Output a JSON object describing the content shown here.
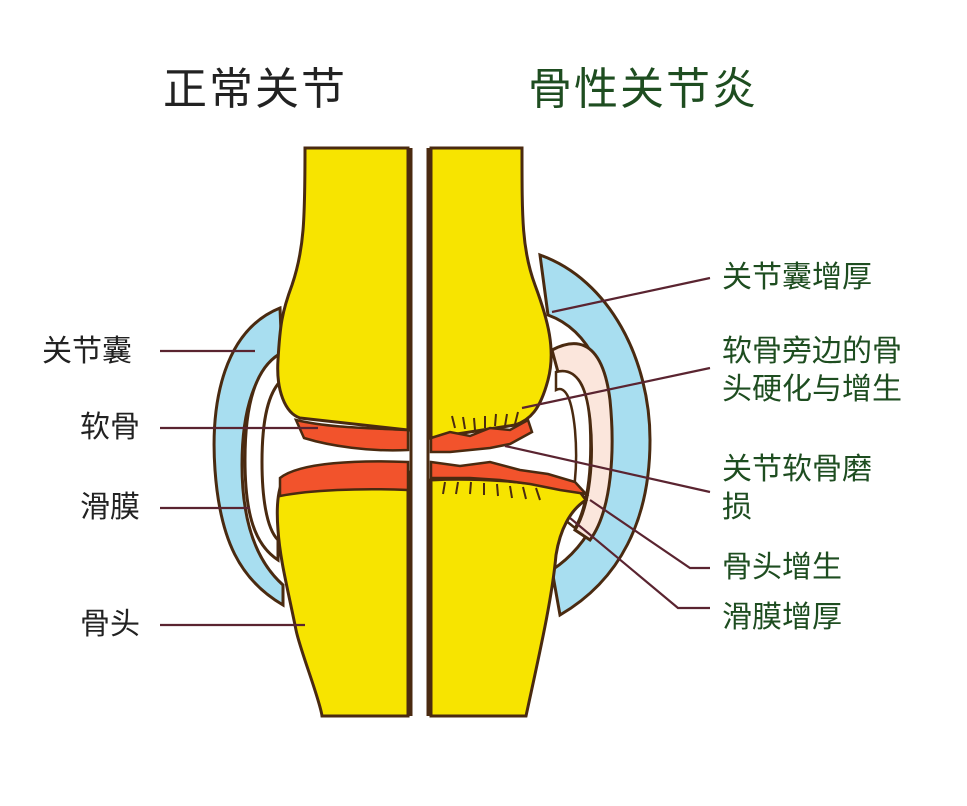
{
  "titles": {
    "normal": "正常关节",
    "osteoarthritis": "骨性关节炎"
  },
  "left_labels": {
    "capsule": "关节囊",
    "cartilage": "软骨",
    "synovium": "滑膜",
    "bone": "骨头"
  },
  "right_labels": {
    "capsule_thickening": "关节囊增厚",
    "sclerosis_line1": "软骨旁边的骨",
    "sclerosis_line2": "头硬化与增生",
    "cartilage_wear_line1": "关节软骨磨",
    "cartilage_wear_line2": "损",
    "bone_spur": "骨头增生",
    "synovium_thickening": "滑膜增厚"
  },
  "colors": {
    "bone": "#f7e400",
    "cartilage": "#f2532c",
    "capsule": "#a8def0",
    "synovium_thick": "#fbe6dc",
    "outline": "#4a2a10",
    "leader_line": "#5a2430",
    "title_normal": "#222222",
    "title_oa": "#1e4d20"
  }
}
